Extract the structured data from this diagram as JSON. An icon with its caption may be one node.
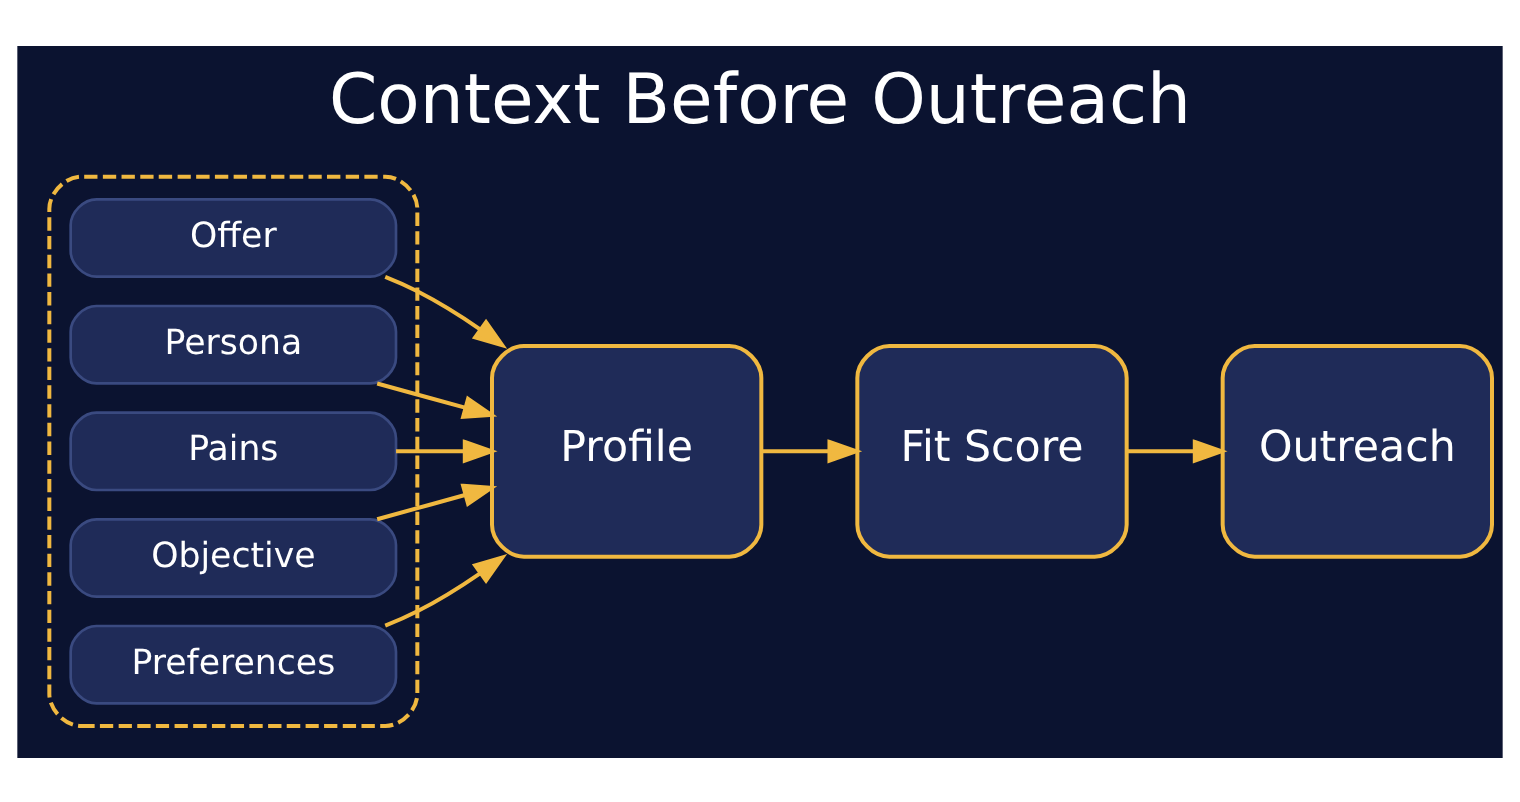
{
  "diagram": {
    "title": "Context Before Outreach",
    "nodes": [
      {
        "text": [],
        "shape": "box"
      },
      {
        "text": [
          "Offer"
        ],
        "in": 0
      },
      {
        "text": [
          "Persona"
        ],
        "in": 0
      },
      {
        "text": [
          "Pains"
        ],
        "in": 0
      },
      {
        "text": [
          "Objective"
        ],
        "in": 0
      },
      {
        "text": [
          "Preferences"
        ],
        "in": 0
      },
      {
        "text": [
          "Profile"
        ]
      },
      {
        "text": [
          "Fit Score"
        ]
      },
      {
        "text": [
          "Outreach"
        ]
      }
    ],
    "edges": [
      {
        "from": 1,
        "to": 6,
        "arrow": "to"
      },
      {
        "from": 2,
        "to": 6,
        "arrow": "to"
      },
      {
        "from": 3,
        "to": 6,
        "arrow": "to"
      },
      {
        "from": 4,
        "to": 6,
        "arrow": "to"
      },
      {
        "from": 5,
        "to": 6,
        "arrow": "to"
      },
      {
        "from": 6,
        "to": 7,
        "arrow": "to"
      },
      {
        "from": 7,
        "to": 8,
        "arrow": "to"
      }
    ]
  }
}
